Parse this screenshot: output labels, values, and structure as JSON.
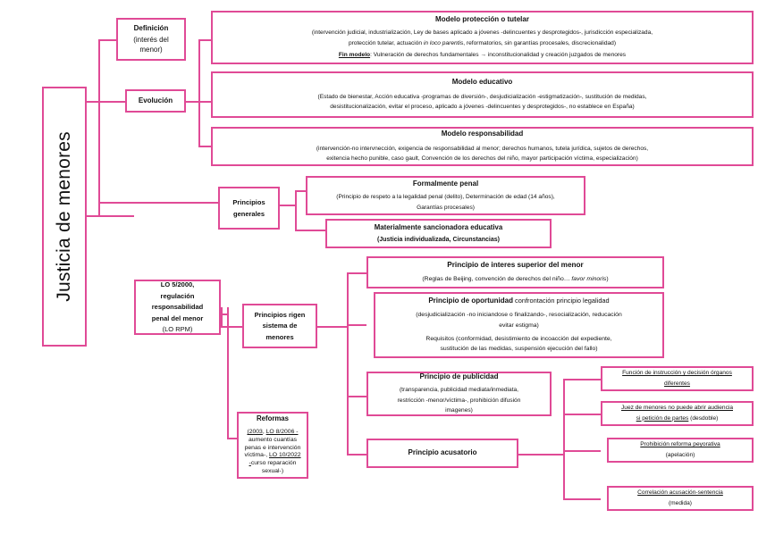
{
  "diagram": {
    "title": "Justicia de menores",
    "accent_color": "#e04a96",
    "background_color": "#ffffff",
    "root": {
      "label": "Justicia de menores"
    },
    "nodes": {
      "definicion": {
        "title": "Definición",
        "sub": "(interés del menor)"
      },
      "evolucion": {
        "title": "Evolución"
      },
      "modelo_proteccion": {
        "title": "Modelo protección o tutelar",
        "line1": "(intervención judicial, industrialización, Ley de bases aplicado a jóvenes -delincuentes y desprotegidos-, jurisdicción especializada,",
        "line2_pre": "protección tutelar, actuación ",
        "line2_it": "in loco parentis",
        "line2_post": ", reformatorios, sin garantías procesales, discrecionalidad)",
        "line3_label": "Fin modelo",
        "line3_rest": ": Vulneración de derechos fundamentales → inconstitucionalidad y creación juzgados de menores"
      },
      "modelo_educativo": {
        "title": "Modelo educativo",
        "line1": "(Estado de bienestar, Acción educativa -programas de diversión-, desjudicialización -estigmatización-, sustitución de medidas,",
        "line2": "desistitucionalización, evitar el proceso, aplicado a jóvenes -delincuentes y desprotegidos-, no establece en España)"
      },
      "modelo_responsabilidad": {
        "title": "Modelo responsabilidad",
        "line1": "(intervención-no intervnección, exigencia de responsabilidad al menor; derechos humanos, tutela jurídica, sujetos de derechos,",
        "line2": "exitencia hecho punible, caso gault, Convención de los derechos del niño, mayor participación víctima, especialización)"
      },
      "principios_generales": {
        "title_line1": "Principios",
        "title_line2": "generales"
      },
      "formalmente_penal": {
        "title": "Formalmente penal",
        "line1": "(Principio de respeto a la legalidad penal (delito), Determinación de edad (14 años),",
        "line2": "Garantías procesales)"
      },
      "materialmente_sancionadora": {
        "title": "Materialmente sancionadora educativa",
        "line1": "(Justicia individualizada, Circunstancias)"
      },
      "lo_5_2000": {
        "line1": "LO 5/2000,",
        "line2": "regulación",
        "line3": "responsabilidad",
        "line4": "penal del menor",
        "line5": "(LO RPM)"
      },
      "principios_rigen": {
        "line1": "Principios rigen",
        "line2": "sistema de",
        "line3": "menores"
      },
      "interes_superior": {
        "title": "Principio de interes superior del menor",
        "line1_pre": "(Reglas de Beijing, convención de derechos del niño… ",
        "line1_it": "favor minoris",
        "line1_post": ")"
      },
      "oportunidad": {
        "title_bold": "Principio de oportunidad",
        "title_rest": " confrontación principio legalidad",
        "line1": "(desjudicialización -no iniciandose o finalizando-, resocialización, reducación",
        "line2": "evitar estigma)",
        "line3": "Requisitos (conformidad, desistimiento de incoacción del expediente,",
        "line4": "sustitución de las medidas, suspensión ejecución del fallo)"
      },
      "publicidad": {
        "title": "Principio de publicidad",
        "line1": "(transparencia, publicidad mediata/inmediata,",
        "line2": "restricción -menor/víctima-, prohibición difusión",
        "line3": "imagenes)"
      },
      "acusatorio": {
        "title": "Principio acusatorio"
      },
      "reformas": {
        "title": "Reformas",
        "seg1_u": "(2003",
        "seg2": ", ",
        "seg3_u": "LO 8/2006 -",
        "seg4": "aumento cuantías penas e intervención víctima-, ",
        "seg5_u": "LO 10/2022 -",
        "seg6": "curso reparación sexual-)"
      },
      "acus_1": {
        "line1_u": "Función de instrucción y decisión órganos",
        "line2_u": "diferentes"
      },
      "acus_2": {
        "line1_u": "Juez de menores no puede abrir audiencia",
        "line2_u": "si petición de partes",
        "line2_rest": " (desdoble)"
      },
      "acus_3": {
        "line1_u": "Prohibición reforma peyorativa",
        "line2": "(apelación)"
      },
      "acus_4": {
        "line1_u": "Correlación acusación-sentencia",
        "line2": "(medida)"
      }
    }
  }
}
